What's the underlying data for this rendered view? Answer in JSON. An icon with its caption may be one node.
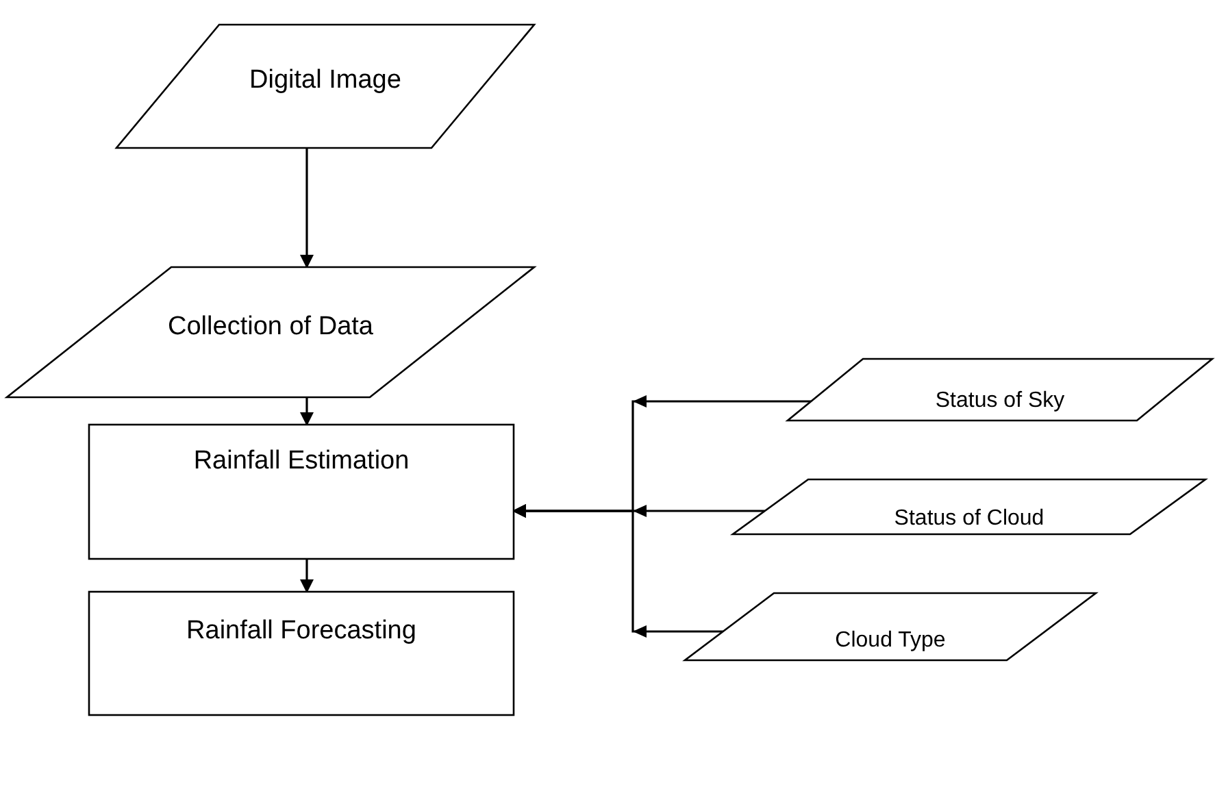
{
  "diagram": {
    "nodes": [
      {
        "text": [
          "Digital Image"
        ]
      },
      {
        "text": [
          "Collection of Data"
        ]
      },
      {
        "text": [
          "Rainfall Estimation"
        ]
      },
      {
        "text": [
          "Rainfall Forecasting"
        ]
      },
      {
        "text": [
          "Status of Sky"
        ]
      },
      {
        "text": [
          "Status of Cloud"
        ]
      },
      {
        "text": [
          "Cloud Type"
        ]
      }
    ],
    "edges": [
      {
        "from": 0,
        "to": 1,
        "arrow": "to"
      },
      {
        "from": 1,
        "to": 2,
        "arrow": "to"
      },
      {
        "from": 2,
        "to": 3,
        "arrow": "to"
      },
      {
        "from": 4,
        "to": 2,
        "arrow": "to"
      },
      {
        "from": 5,
        "to": 2,
        "arrow": "to"
      },
      {
        "from": 6,
        "to": 2,
        "arrow": "to"
      }
    ]
  }
}
